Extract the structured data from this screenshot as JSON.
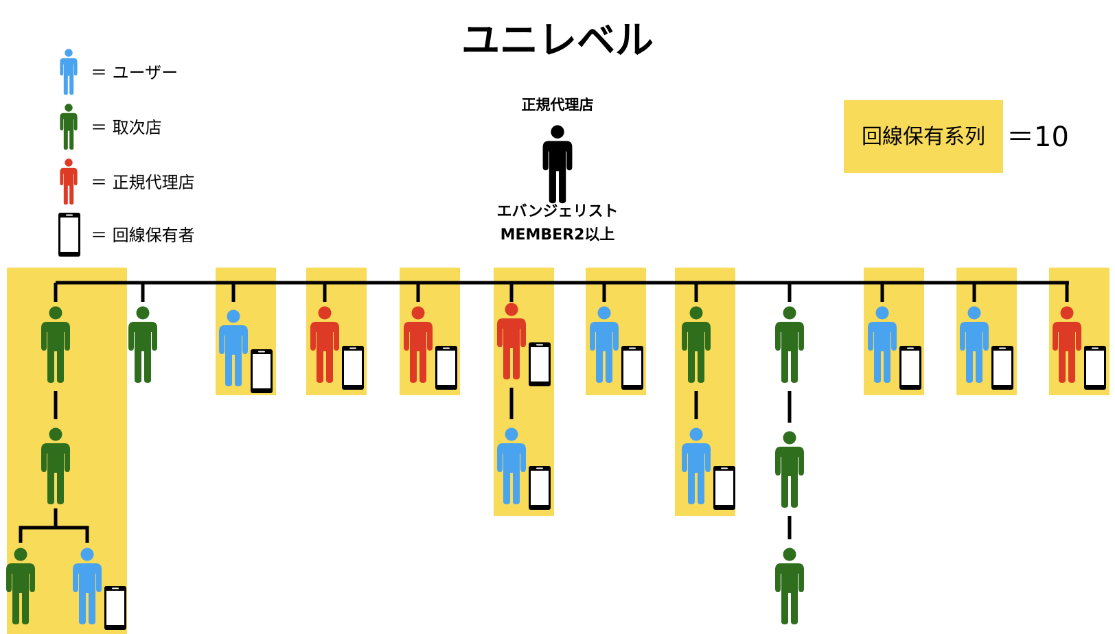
{
  "title": "ユニレベル",
  "colors": {
    "user": "#4aa3ee",
    "agency": "#2e6e1d",
    "dealer": "#dd3b25",
    "top": "#000000",
    "highlight": "#f9db5a",
    "line": "#000000"
  },
  "legend": [
    {
      "kind": "user",
      "icon": "person-icon",
      "label": "＝ ユーザー"
    },
    {
      "kind": "agency",
      "icon": "person-icon",
      "label": "＝ 取次店"
    },
    {
      "kind": "dealer",
      "icon": "person-icon",
      "label": "＝ 正規代理店"
    },
    {
      "kind": "phone",
      "icon": "phone-icon",
      "label": "＝ 回線保有者"
    }
  ],
  "top_node": {
    "role": "正規代理店",
    "rank_line1": "エバンジェリスト",
    "rank_line2": "MEMBER2以上"
  },
  "line_count_box": {
    "label": "回線保有系列",
    "value": "＝10"
  },
  "branches": [
    {
      "name": "branch-1",
      "highlighted": true,
      "nodes": [
        {
          "kind": "agency",
          "phone": false
        },
        {
          "kind": "agency",
          "phone": false
        },
        {
          "kind": "agency",
          "phone": false,
          "split": "left"
        },
        {
          "kind": "user",
          "phone": true,
          "split": "right"
        }
      ]
    },
    {
      "name": "branch-2",
      "highlighted": false,
      "nodes": [
        {
          "kind": "agency",
          "phone": false
        }
      ]
    },
    {
      "name": "branch-3",
      "highlighted": true,
      "nodes": [
        {
          "kind": "user",
          "phone": true
        }
      ]
    },
    {
      "name": "branch-4",
      "highlighted": true,
      "nodes": [
        {
          "kind": "dealer",
          "phone": true
        }
      ]
    },
    {
      "name": "branch-5",
      "highlighted": true,
      "nodes": [
        {
          "kind": "dealer",
          "phone": true
        }
      ]
    },
    {
      "name": "branch-6",
      "highlighted": true,
      "nodes": [
        {
          "kind": "dealer",
          "phone": true
        },
        {
          "kind": "user",
          "phone": true
        }
      ]
    },
    {
      "name": "branch-7",
      "highlighted": true,
      "nodes": [
        {
          "kind": "user",
          "phone": true
        }
      ]
    },
    {
      "name": "branch-8",
      "highlighted": true,
      "nodes": [
        {
          "kind": "agency",
          "phone": false
        },
        {
          "kind": "user",
          "phone": true
        }
      ]
    },
    {
      "name": "branch-9",
      "highlighted": false,
      "nodes": [
        {
          "kind": "agency",
          "phone": false
        },
        {
          "kind": "agency",
          "phone": false
        },
        {
          "kind": "agency",
          "phone": false
        }
      ]
    },
    {
      "name": "branch-10",
      "highlighted": true,
      "nodes": [
        {
          "kind": "user",
          "phone": true
        }
      ]
    },
    {
      "name": "branch-11",
      "highlighted": true,
      "nodes": [
        {
          "kind": "user",
          "phone": true
        }
      ]
    },
    {
      "name": "branch-12",
      "highlighted": true,
      "nodes": [
        {
          "kind": "dealer",
          "phone": true
        }
      ]
    }
  ]
}
